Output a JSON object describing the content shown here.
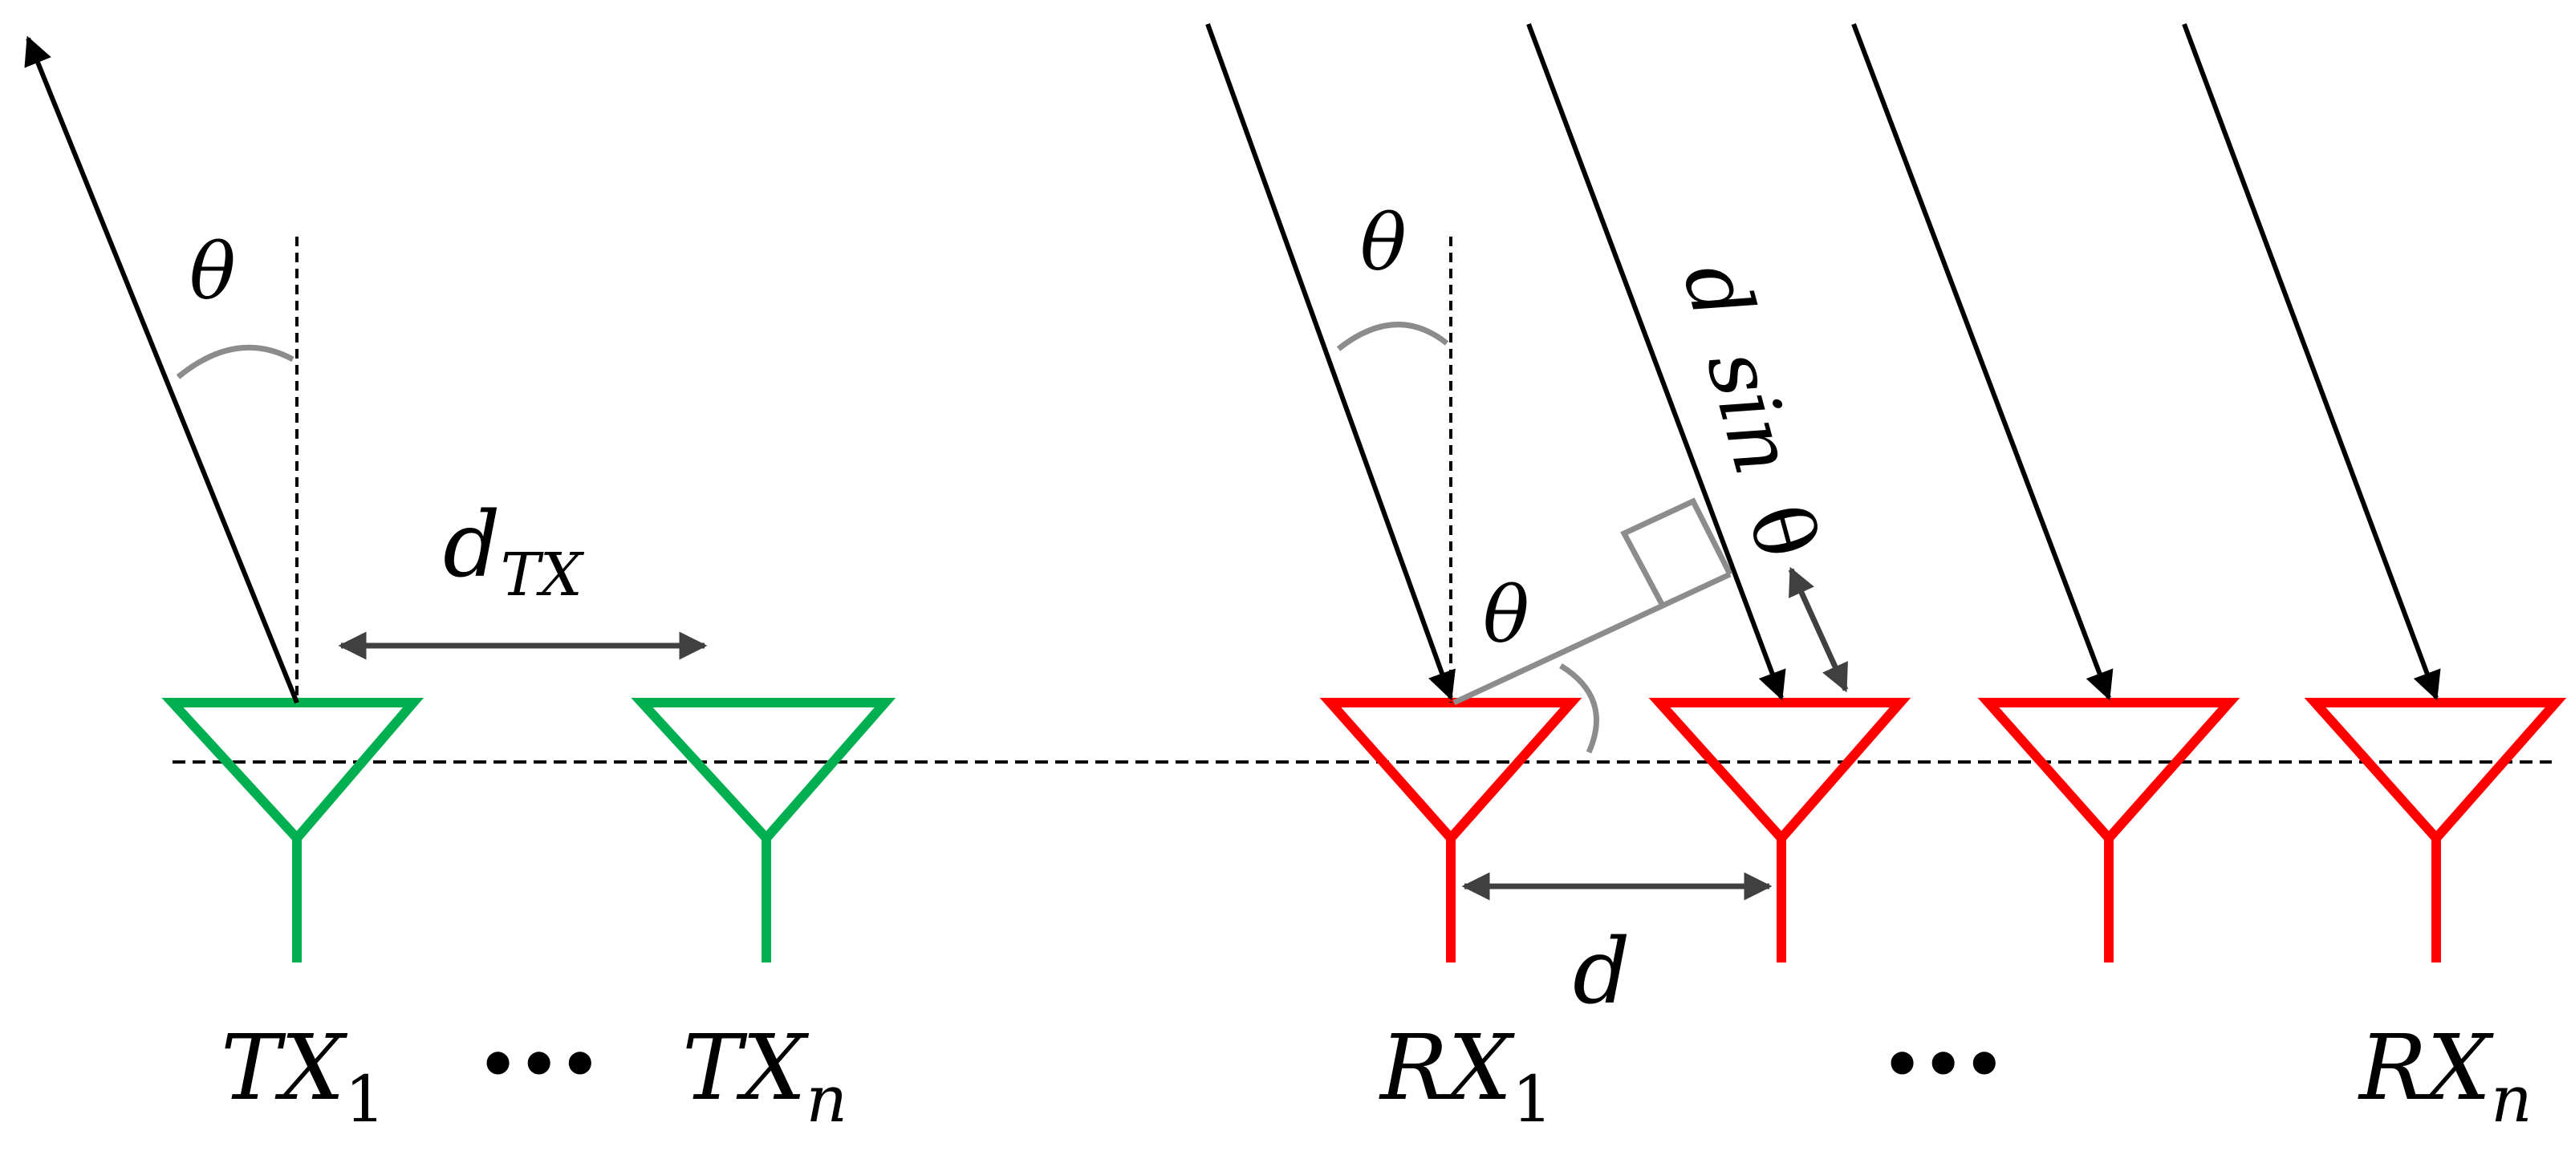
{
  "colors": {
    "tx_antenna": "#00b050",
    "rx_antenna": "#ff0000",
    "ray": "#000000",
    "dimension_arrow": "#404040",
    "construction": "#8c8c8c"
  },
  "labels": {
    "theta": "θ",
    "d": "d",
    "d_tx_base": "d",
    "d_tx_sub": "TX",
    "path_diff_d": "d",
    "path_diff_sin": "sin",
    "path_diff_theta": "θ",
    "ellipsis": "•••"
  },
  "tx": [
    {
      "base": "TX",
      "sub": "1"
    },
    {
      "base": "TX",
      "sub": "n"
    }
  ],
  "rx": [
    {
      "base": "RX",
      "sub": "1"
    },
    {
      "base": "RX",
      "sub": "n"
    }
  ]
}
